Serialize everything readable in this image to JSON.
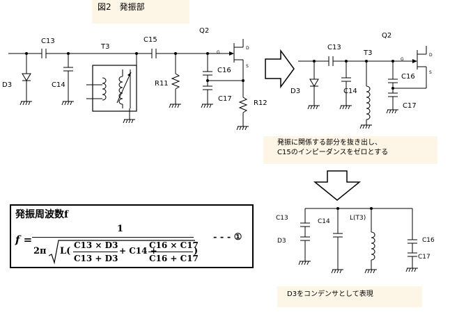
{
  "figure_title": "図2　発振部",
  "labels": {
    "c13": "C13",
    "c14": "C14",
    "c15": "C15",
    "c16": "C16",
    "c17": "C17",
    "t3": "T3",
    "q2": "Q2",
    "r11": "R11",
    "r12": "R12",
    "d3": "D3",
    "g": "G",
    "d": "D",
    "s": "S",
    "lt3": "L(T3)"
  },
  "notes": {
    "extract_line1": "発振に関係する部分を抜き出し、",
    "extract_line2": "C15のインピーダンスをゼロとする",
    "d3_as_capacitor": "D3をコンデンサとして表現"
  },
  "formula": {
    "title": "発振周波数f",
    "lhs": "f =",
    "numerator": "1",
    "prefix": "2π",
    "under_root": "L(",
    "frac1_num": "C13 × D3",
    "frac1_den": "C13 + D3",
    "middle": "+ C14 +",
    "frac2_num": "C16 × C17",
    "frac2_den": "C16 + C17",
    "close": ")",
    "ref": "- - - ①"
  },
  "colors": {
    "line": "#000000",
    "label_bg": "#fdf5e6"
  }
}
